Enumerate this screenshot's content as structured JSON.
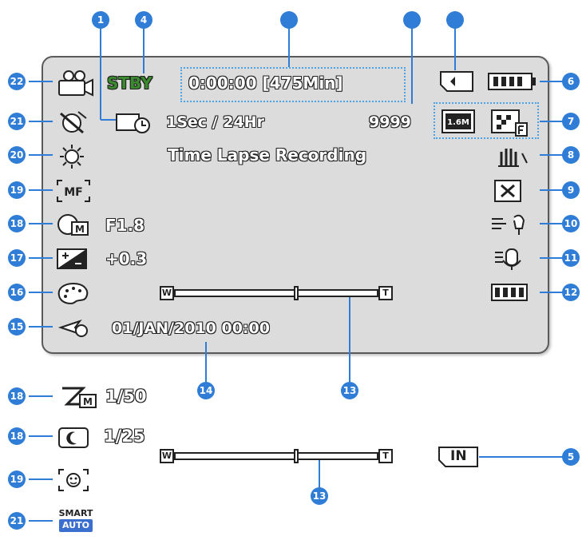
{
  "callouts": {
    "c1": "1",
    "c4": "4",
    "c5": "5",
    "c6": "6",
    "c7": "7",
    "c8": "8",
    "c9": "9",
    "c10": "10",
    "c11": "11",
    "c12": "12",
    "c13a": "13",
    "c13b": "13",
    "c14": "14",
    "c15": "15",
    "c16": "16",
    "c17": "17",
    "c18a": "18",
    "c18b": "18",
    "c18c": "18",
    "c19a": "19",
    "c19b": "19",
    "c20": "20",
    "c21a": "21",
    "c21b": "21",
    "c22": "22"
  },
  "screen": {
    "standby": "STBY",
    "timecode": "0:00:00 [475Min]",
    "interval": "1Sec / 24Hr",
    "remaining_count": "9999",
    "resolution": "1.6M",
    "mode_title": "Time Lapse Recording",
    "aperture": "F1.8",
    "exposure": "+0.3",
    "datetime": "01/JAN/2010 00:00",
    "zoom_wide": "W",
    "zoom_tele": "T"
  },
  "below": {
    "shutter": "1/50",
    "shutter_alt": "1/25",
    "zoom_wide": "W",
    "zoom_tele": "T",
    "storage": "IN",
    "smart": "SMART",
    "auto": "AUTO"
  },
  "colors": {
    "callout": "#2f7dd6",
    "screen": "#dcdcdc",
    "standby": "#3a8a2e"
  },
  "icons": [
    "camcorder-icon",
    "gps-off-icon",
    "time-lapse-icon",
    "white-balance-icon",
    "manual-focus-icon",
    "aperture-icon",
    "exposure-icon",
    "color-filter-icon",
    "world-time-icon",
    "storage-card-icon",
    "battery-icon",
    "resolution-icon",
    "photo-quality-icon",
    "anti-shake-icon",
    "backlight-icon",
    "wind-cut-icon",
    "mic-icon",
    "wide-icon",
    "shutter-icon",
    "night-icon",
    "face-detect-icon",
    "smart-auto-icon",
    "internal-memory-icon"
  ]
}
